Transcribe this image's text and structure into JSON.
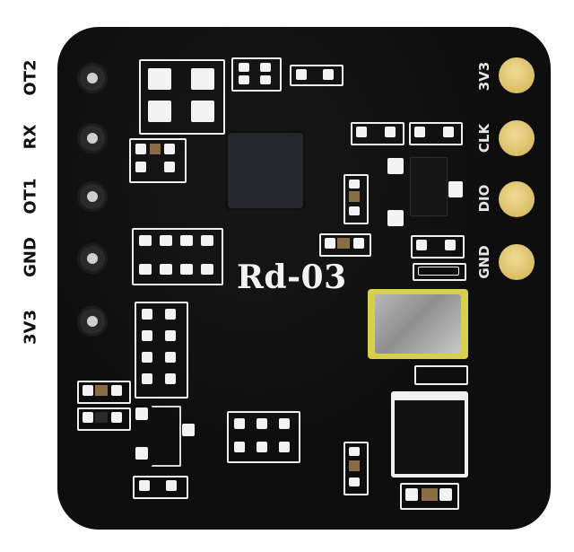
{
  "module": {
    "title": "Rd-03",
    "left_pins": [
      "OT2",
      "RX",
      "OT1",
      "GND",
      "3V3"
    ],
    "right_pins": [
      "3V3",
      "CLK",
      "DIO",
      "GND"
    ],
    "crystal_marking": "",
    "colors": {
      "board": "#0e0e0f",
      "silkscreen": "#f2f2f2",
      "gold_pad": "#d9bd66",
      "crystal_frame": "#d8cf4a"
    }
  }
}
